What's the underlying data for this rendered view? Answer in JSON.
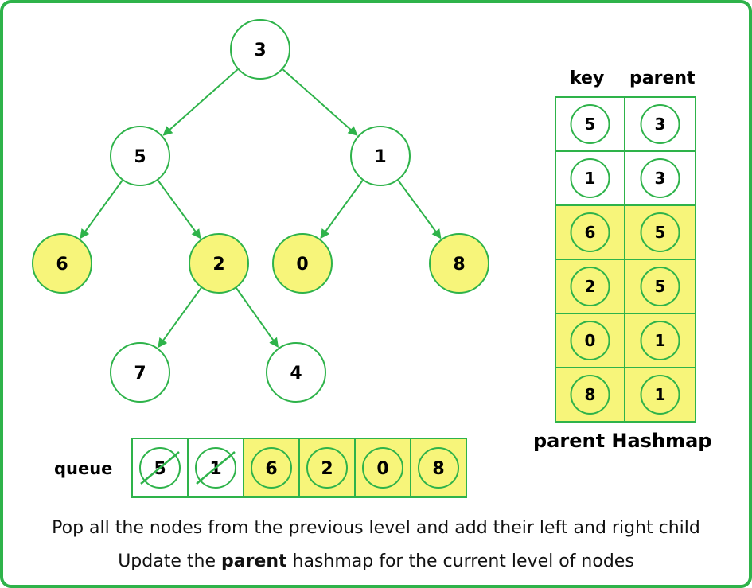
{
  "colors": {
    "border": "#2eb34a",
    "edge": "#2eb34a",
    "highlight": "#f7f57a",
    "plain": "#ffffff"
  },
  "tree": {
    "nodes": [
      {
        "id": "n3",
        "value": "3",
        "highlighted": false
      },
      {
        "id": "n5",
        "value": "5",
        "highlighted": false
      },
      {
        "id": "n1",
        "value": "1",
        "highlighted": false
      },
      {
        "id": "n6",
        "value": "6",
        "highlighted": true
      },
      {
        "id": "n2",
        "value": "2",
        "highlighted": true
      },
      {
        "id": "n0",
        "value": "0",
        "highlighted": true
      },
      {
        "id": "n8",
        "value": "8",
        "highlighted": true
      },
      {
        "id": "n7",
        "value": "7",
        "highlighted": false
      },
      {
        "id": "n4",
        "value": "4",
        "highlighted": false
      }
    ],
    "edges": [
      [
        "n3",
        "n5"
      ],
      [
        "n3",
        "n1"
      ],
      [
        "n5",
        "n6"
      ],
      [
        "n5",
        "n2"
      ],
      [
        "n1",
        "n0"
      ],
      [
        "n1",
        "n8"
      ],
      [
        "n2",
        "n7"
      ],
      [
        "n2",
        "n4"
      ]
    ]
  },
  "hashmap": {
    "header_key": "key",
    "header_parent": "parent",
    "title": "parent Hashmap",
    "rows": [
      {
        "key": "5",
        "parent": "3",
        "highlighted": false
      },
      {
        "key": "1",
        "parent": "3",
        "highlighted": false
      },
      {
        "key": "6",
        "parent": "5",
        "highlighted": true
      },
      {
        "key": "2",
        "parent": "5",
        "highlighted": true
      },
      {
        "key": "0",
        "parent": "1",
        "highlighted": true
      },
      {
        "key": "8",
        "parent": "1",
        "highlighted": true
      }
    ]
  },
  "queue": {
    "label": "queue",
    "items": [
      {
        "value": "5",
        "popped": true
      },
      {
        "value": "1",
        "popped": true
      },
      {
        "value": "6",
        "popped": false
      },
      {
        "value": "2",
        "popped": false
      },
      {
        "value": "0",
        "popped": false
      },
      {
        "value": "8",
        "popped": false
      }
    ]
  },
  "captions": {
    "line1": "Pop all the nodes from the previous level and add their left and right child",
    "line2_before": "Update the ",
    "line2_bold": "parent",
    "line2_after": " hashmap for the current level of nodes"
  }
}
